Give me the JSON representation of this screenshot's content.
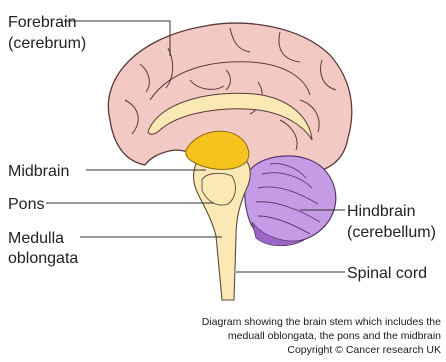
{
  "labels": {
    "forebrain": "Forebrain",
    "forebrain_sub": "(cerebrum)",
    "midbrain": "Midbrain",
    "pons": "Pons",
    "medulla": "Medulla",
    "medulla_sub": "oblongata",
    "hindbrain": "Hindbrain",
    "hindbrain_sub": "(cerebellum)",
    "spinal_cord": "Spinal cord"
  },
  "caption": {
    "line1": "Diagram showing the brain stem which includes the",
    "line2": "meduall oblongata, the pons and the midbrain",
    "line3": "Copyright © Cancer research UK"
  },
  "colors": {
    "cerebrum_fill": "#f3c9c4",
    "cerebrum_stroke": "#5a3a3a",
    "brainstem_fill": "#fbe9b5",
    "midbrain_fill": "#f6c21e",
    "cerebellum_fill": "#c49be4",
    "cerebellum_dark": "#9b66c7"
  }
}
